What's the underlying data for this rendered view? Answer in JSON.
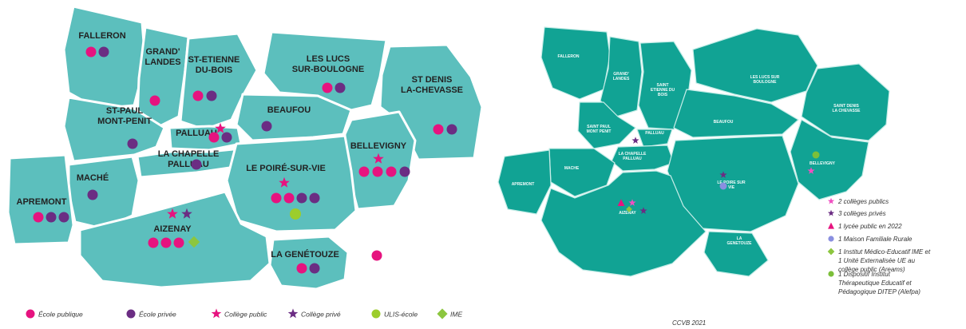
{
  "colors": {
    "region_fill": "#5cbfbd",
    "region_border": "#ffffff",
    "map2_fill": "#11a394",
    "public_school": "#e6137f",
    "private_school": "#6b2d83",
    "ulis": "#9ccd2c",
    "ime": "#8cc63f"
  },
  "left_map": {
    "communes": [
      {
        "id": "falleron",
        "lines": [
          "FALLERON"
        ]
      },
      {
        "id": "grand-landes",
        "lines": [
          "GRAND'",
          "LANDES"
        ]
      },
      {
        "id": "st-etienne",
        "lines": [
          "ST-ETIENNE",
          "DU-BOIS"
        ]
      },
      {
        "id": "les-lucs",
        "lines": [
          "LES LUCS",
          "SUR-BOULOGNE"
        ]
      },
      {
        "id": "st-denis",
        "lines": [
          "ST DENIS",
          "LA-CHEVASSE"
        ]
      },
      {
        "id": "st-paul",
        "lines": [
          "ST-PAUL",
          "MONT-PENIT"
        ]
      },
      {
        "id": "palluau",
        "lines": [
          "PALLUAU"
        ]
      },
      {
        "id": "beaufou",
        "lines": [
          "BEAUFOU"
        ]
      },
      {
        "id": "la-chapelle",
        "lines": [
          "LA CHAPELLE",
          "PALLUAU"
        ]
      },
      {
        "id": "bellevigny",
        "lines": [
          "BELLEVIGNY"
        ]
      },
      {
        "id": "mache",
        "lines": [
          "MACHÉ"
        ]
      },
      {
        "id": "le-poire",
        "lines": [
          "LE POIRÉ-SUR-VIE"
        ]
      },
      {
        "id": "apremont",
        "lines": [
          "APREMONT"
        ]
      },
      {
        "id": "aizenay",
        "lines": [
          "AIZENAY"
        ]
      },
      {
        "id": "la-genetouze",
        "lines": [
          "LA GENÉTOUZE"
        ]
      }
    ],
    "legend": [
      {
        "icon": "dot",
        "color": "#e6137f",
        "label": "École publique"
      },
      {
        "icon": "dot",
        "color": "#6b2d83",
        "label": "École privée"
      },
      {
        "icon": "star",
        "color": "#e6137f",
        "label": "Collège public"
      },
      {
        "icon": "star",
        "color": "#6b2d83",
        "label": "Collège privé"
      },
      {
        "icon": "dot",
        "color": "#9ccd2c",
        "label": "ULIS-école"
      },
      {
        "icon": "diamond",
        "color": "#8cc63f",
        "label": "IME"
      }
    ]
  },
  "right_map": {
    "communes": [
      {
        "id": "falleron",
        "lines": [
          "FALLERON"
        ]
      },
      {
        "id": "grand-landes",
        "lines": [
          "GRAND'",
          "LANDES"
        ]
      },
      {
        "id": "st-etienne",
        "lines": [
          "SAINT",
          "ETIENNE DU",
          "BOIS"
        ]
      },
      {
        "id": "les-lucs",
        "lines": [
          "LES LUCS SUR",
          "BOULOGNE"
        ]
      },
      {
        "id": "st-denis",
        "lines": [
          "SAINT DENIS",
          "LA CHEVASSE"
        ]
      },
      {
        "id": "st-paul",
        "lines": [
          "SAINT PAUL",
          "MONT PENIT"
        ]
      },
      {
        "id": "palluau",
        "lines": [
          "PALLUAU"
        ]
      },
      {
        "id": "beaufou",
        "lines": [
          "BEAUFOU"
        ]
      },
      {
        "id": "la-chapelle",
        "lines": [
          "LA CHAPELLE",
          "PALLUAU"
        ]
      },
      {
        "id": "bellevigny",
        "lines": [
          "BELLEVIGNY"
        ]
      },
      {
        "id": "mache",
        "lines": [
          "MACHE"
        ]
      },
      {
        "id": "le-poire",
        "lines": [
          "LE POIRE SUR",
          "VIE"
        ]
      },
      {
        "id": "apremont",
        "lines": [
          "APREMONT"
        ]
      },
      {
        "id": "aizenay",
        "lines": [
          "AIZENAY"
        ]
      },
      {
        "id": "la-genetouze",
        "lines": [
          "LA",
          "GENETOUZE"
        ]
      }
    ],
    "legend": [
      {
        "icon": "star",
        "color": "#ef4fc1",
        "lines": [
          "2 collèges publics"
        ]
      },
      {
        "icon": "star",
        "color": "#6b2d83",
        "lines": [
          "3 collèges privés"
        ]
      },
      {
        "icon": "triangle",
        "color": "#e6137f",
        "lines": [
          "1 lycée public en 2022"
        ]
      },
      {
        "icon": "dot",
        "color": "#8a8fe0",
        "lines": [
          "1 Maison Familiale Rurale"
        ]
      },
      {
        "icon": "diamond",
        "color": "#8cc63f",
        "lines": [
          "1 Institut Médico-Educatif IME et",
          "1 Unité Externalisée UE au",
          "collège public (Areams)"
        ]
      },
      {
        "icon": "dot",
        "color": "#7cbf3a",
        "lines": [
          "1 Dispositif Institut",
          "Thérapeutique Educatif et",
          "Pédagogique DITEP (Alefpa)"
        ]
      }
    ]
  },
  "caption": "CCVB 2021"
}
